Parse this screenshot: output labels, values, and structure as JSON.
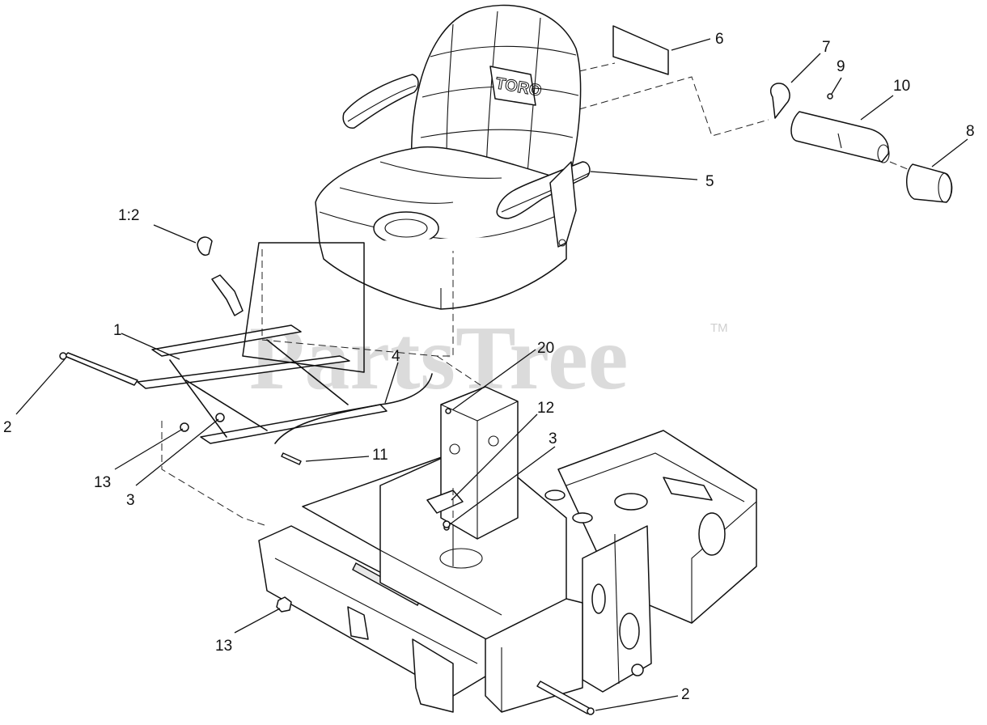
{
  "watermark": {
    "text": "PartsTree",
    "mark": "TM"
  },
  "seat_brand": "TORO",
  "callouts": [
    {
      "id": "c-6",
      "text": "6"
    },
    {
      "id": "c-7",
      "text": "7"
    },
    {
      "id": "c-9",
      "text": "9"
    },
    {
      "id": "c-10",
      "text": "10"
    },
    {
      "id": "c-8",
      "text": "8"
    },
    {
      "id": "c-5",
      "text": "5"
    },
    {
      "id": "c-1-2",
      "text": "1:2"
    },
    {
      "id": "c-1",
      "text": "1"
    },
    {
      "id": "c-4",
      "text": "4"
    },
    {
      "id": "c-20",
      "text": "20"
    },
    {
      "id": "c-12",
      "text": "12"
    },
    {
      "id": "c-3a",
      "text": "3"
    },
    {
      "id": "c-2a",
      "text": "2"
    },
    {
      "id": "c-13a",
      "text": "13"
    },
    {
      "id": "c-3b",
      "text": "3"
    },
    {
      "id": "c-11",
      "text": "11"
    },
    {
      "id": "c-13b",
      "text": "13"
    },
    {
      "id": "c-2b",
      "text": "2"
    }
  ]
}
